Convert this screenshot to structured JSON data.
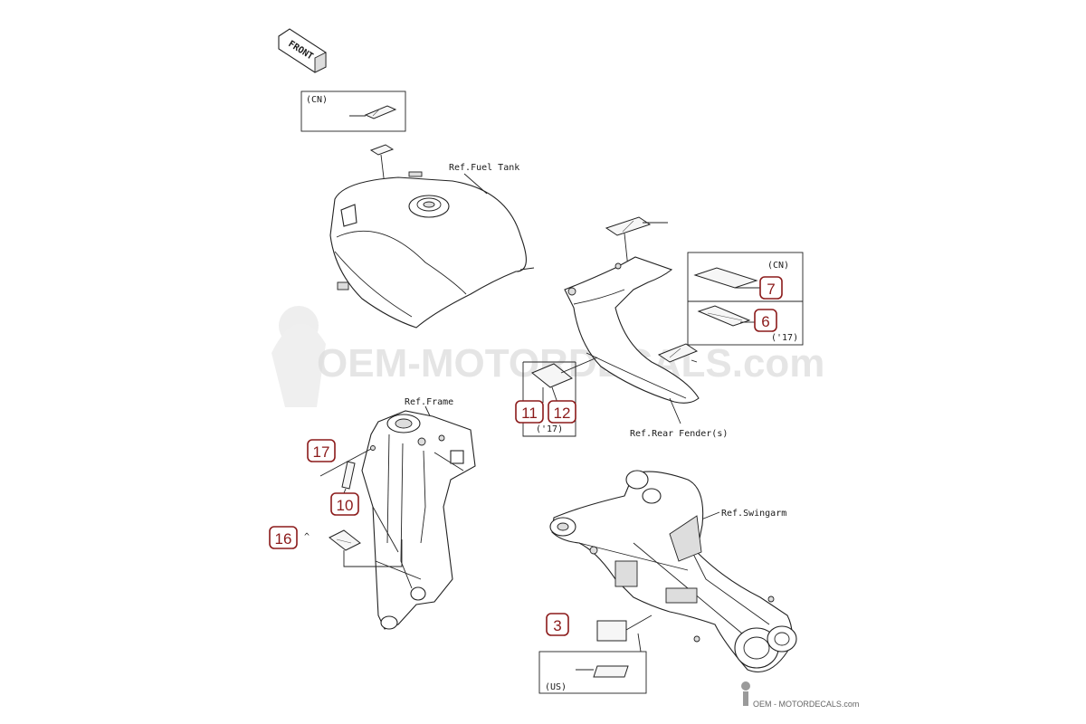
{
  "front_label": "FRONT",
  "refs": {
    "fuel_tank": "Ref.Fuel Tank",
    "frame": "Ref.Frame",
    "rear_fender": "Ref.Rear Fender(s)",
    "swingarm": "Ref.Swingarm"
  },
  "region_notes": {
    "cn_tank": "(CN)",
    "cn_fender": "(CN)",
    "year_fender": "('17)",
    "year_fender_group": "('17)",
    "us_swingarm": "(US)"
  },
  "parts": {
    "p3": "3",
    "p6": "6",
    "p7": "7",
    "p10": "10",
    "p11": "11",
    "p12": "12",
    "p16": "16",
    "p17": "17"
  },
  "watermark": {
    "main": "OEM-MOTORDECALS.com",
    "footer": "OEM - MOTORDECALS.com"
  },
  "colors": {
    "part_label": "#8b1a1a",
    "line": "#222222",
    "watermark": "#d8d8d8"
  }
}
